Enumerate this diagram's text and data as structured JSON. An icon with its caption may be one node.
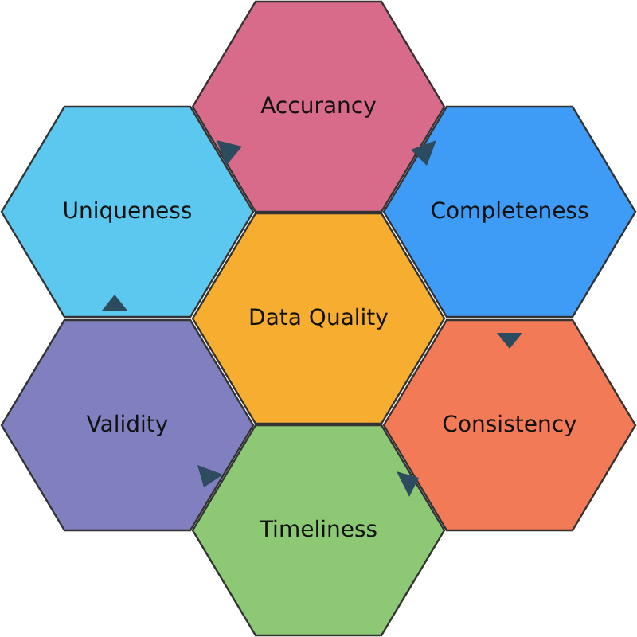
{
  "diagram": {
    "nodes": [
      {
        "text": [
          "Accurancy"
        ]
      },
      {
        "text": [
          "Uniqueness"
        ]
      },
      {
        "text": [
          "Completeness"
        ]
      },
      {
        "text": [
          "Data Quality"
        ]
      },
      {
        "text": [
          "Validity"
        ]
      },
      {
        "text": [
          "Consistency"
        ]
      },
      {
        "text": [
          "Timeliness"
        ]
      }
    ]
  }
}
